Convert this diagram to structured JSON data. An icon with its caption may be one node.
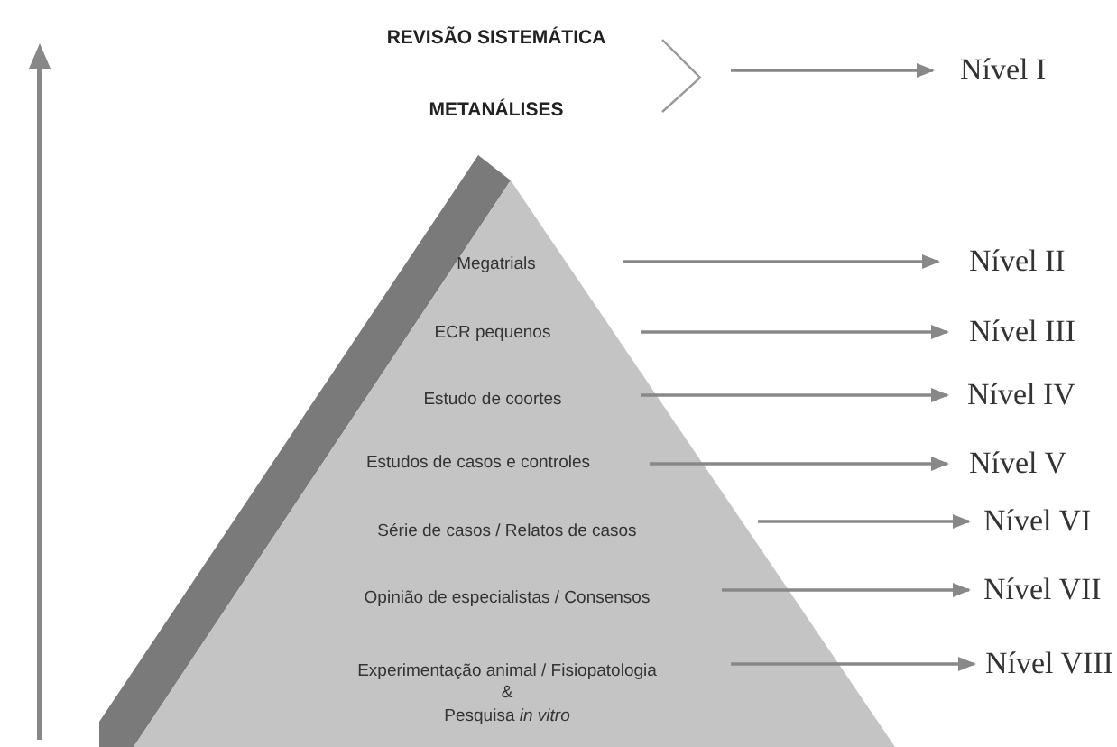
{
  "diagram": {
    "nodes": [
      {
        "text": [
          "REVISÃO SISTEMÁTICA"
        ]
      },
      {
        "text": [
          "METANÁLISES"
        ]
      },
      {
        "text": [
          "Nível I"
        ]
      },
      {
        "text": [
          "Megatrials"
        ]
      },
      {
        "text": [
          "Nível II"
        ]
      },
      {
        "text": [
          "ECR pequenos"
        ]
      },
      {
        "text": [
          "Nível III"
        ]
      },
      {
        "text": [
          "Estudo de coortes"
        ]
      },
      {
        "text": [
          "Nível IV"
        ]
      },
      {
        "text": [
          "Estudos de casos e controles"
        ]
      },
      {
        "text": [
          "Nível V"
        ]
      },
      {
        "text": [
          "Série de casos / Relatos de casos"
        ]
      },
      {
        "text": [
          "Nível VI"
        ]
      },
      {
        "text": [
          "Opinião de especialistas / Consensos"
        ]
      },
      {
        "text": [
          "Nível VII"
        ]
      },
      {
        "text": [
          "Experimentação animal / Fisiopatologia",
          "&",
          "Pesquisa *in vitro*"
        ]
      },
      {
        "text": [
          "Nível VIII"
        ]
      }
    ],
    "edges": [
      {
        "from": null,
        "to": 2,
        "arrow": "to"
      },
      {
        "from": 3,
        "to": 4,
        "arrow": "to"
      },
      {
        "from": 5,
        "to": 6,
        "arrow": "to"
      },
      {
        "from": 7,
        "to": 8,
        "arrow": "to"
      },
      {
        "from": 9,
        "to": 10,
        "arrow": "to"
      },
      {
        "from": 11,
        "to": 12,
        "arrow": "to"
      },
      {
        "from": 13,
        "to": 14,
        "arrow": "to"
      },
      {
        "from": 15,
        "to": 16,
        "arrow": "to"
      }
    ]
  }
}
